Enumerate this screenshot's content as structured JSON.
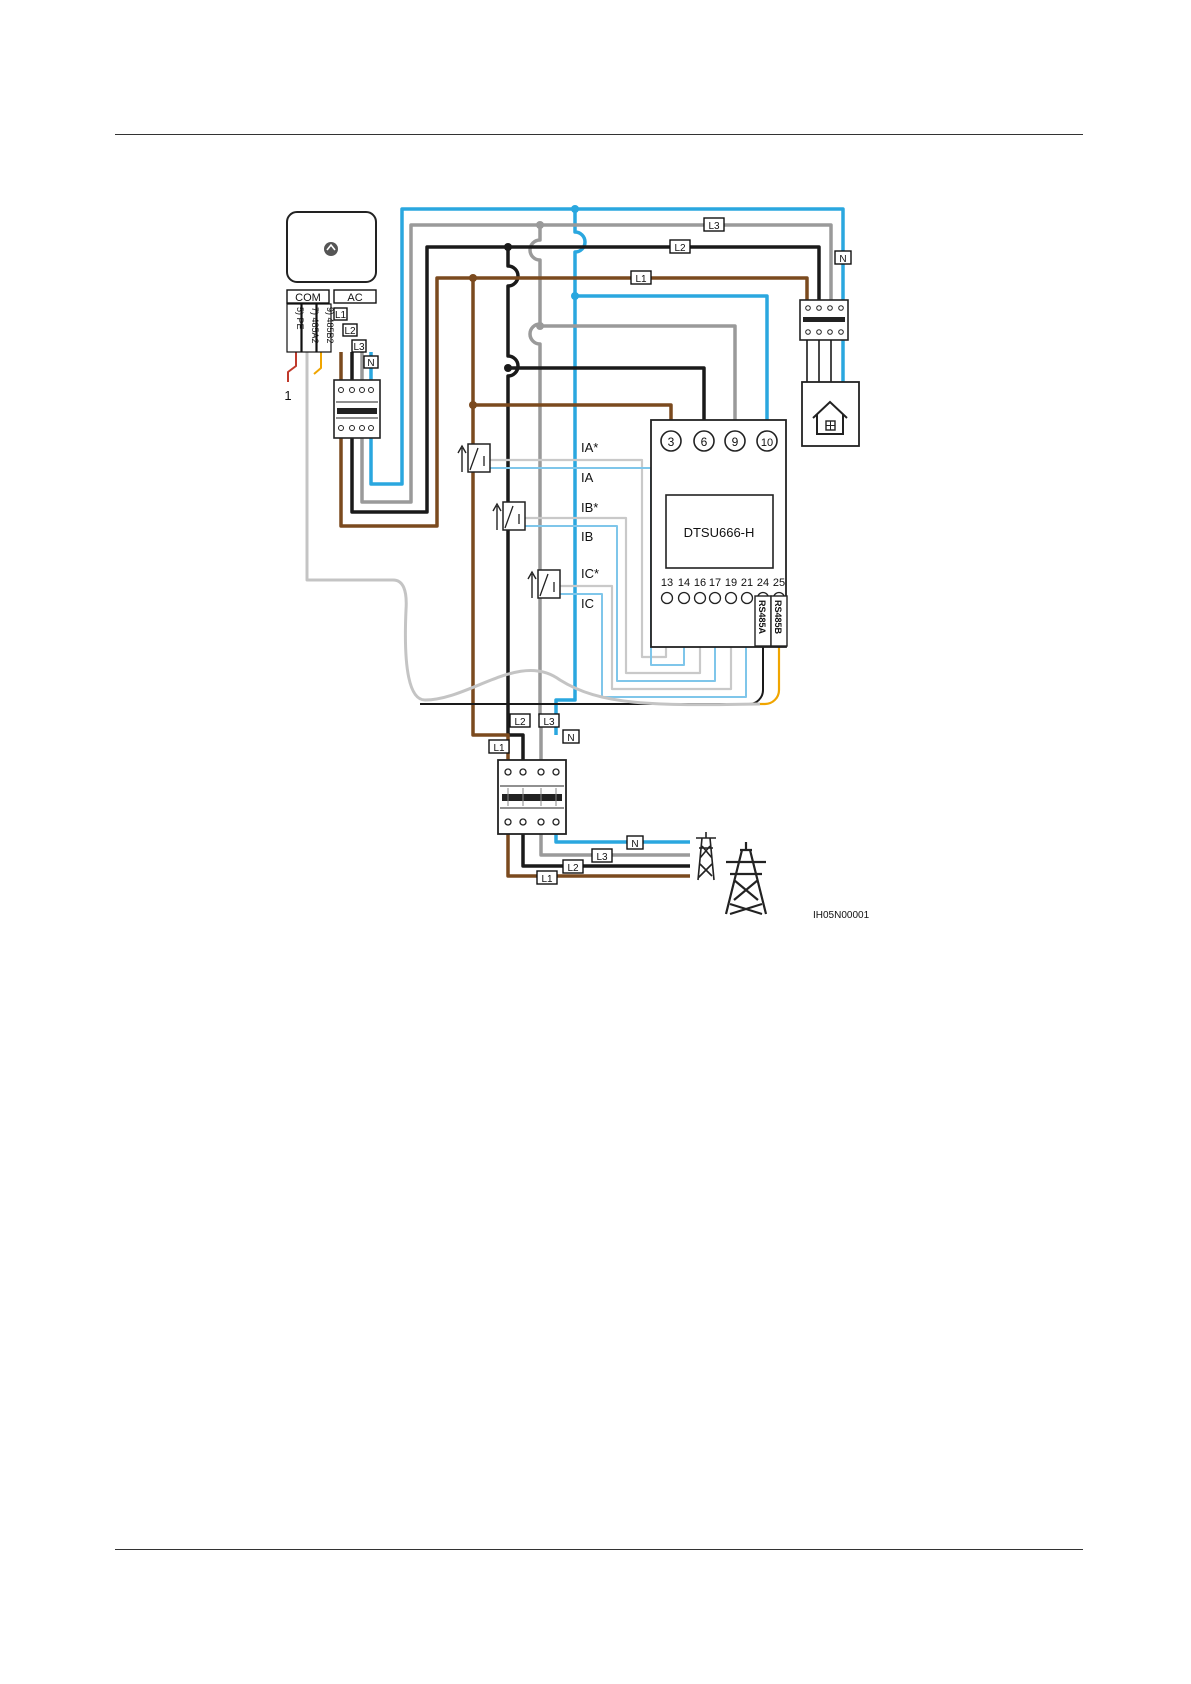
{
  "figure_id": "IH05N00001",
  "meter": {
    "name": "DTSU666-H",
    "top_terminals": [
      "3",
      "6",
      "9",
      "10"
    ],
    "bottom_terminals": [
      "13",
      "14",
      "16",
      "17",
      "19",
      "21",
      "24",
      "25"
    ],
    "rs485_labels": [
      "RS485A",
      "RS485B"
    ]
  },
  "inverter": {
    "com_label": "COM",
    "ac_label": "AC",
    "com_pins": [
      "5) PE",
      "7) 485A2",
      "9) 485B2"
    ],
    "ac_wires": [
      "L1",
      "L2",
      "L3",
      "N"
    ]
  },
  "ct_labels": [
    "IA*",
    "IA",
    "IB*",
    "IB",
    "IC*",
    "IC"
  ],
  "callout": "1",
  "top_bus_labels": [
    "L3",
    "L2",
    "L1",
    "N"
  ],
  "bottom_wire_labels": [
    "L2",
    "L3",
    "L1",
    "N"
  ],
  "grid_wire_labels": [
    "N",
    "L3",
    "L2",
    "L1"
  ],
  "colors": {
    "L1": "#7b4a1e",
    "L2": "#1a1a1a",
    "L3": "#9a9a9a",
    "N": "#2aa7df",
    "ct": "#c9c9c9",
    "rs485b": "#f0a500",
    "pe": "#c0392b"
  }
}
